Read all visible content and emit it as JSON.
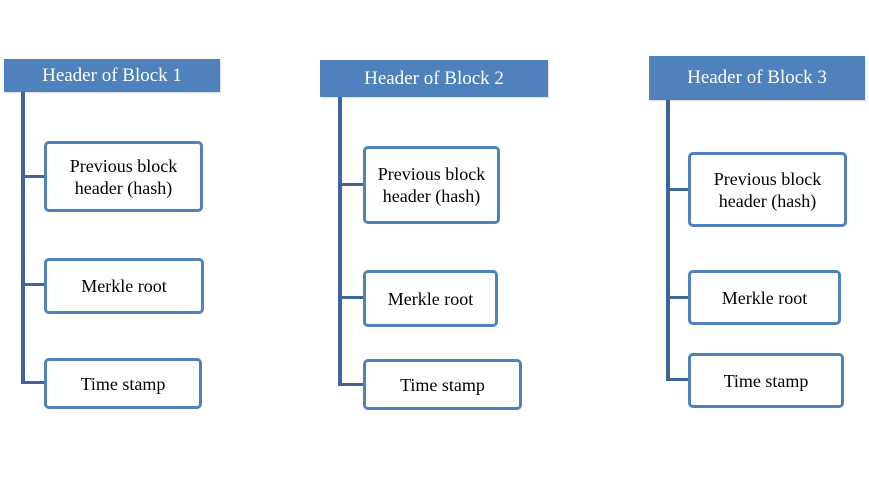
{
  "blocks": [
    {
      "header": "Header of Block 1",
      "fields": [
        "Previous block header  (hash)",
        "Merkle root",
        "Time stamp"
      ]
    },
    {
      "header": "Header of Block 2",
      "fields": [
        "Previous block header (hash)",
        "Merkle root",
        "Time stamp"
      ]
    },
    {
      "header": "Header of Block 3",
      "fields": [
        "Previous block header  (hash)",
        "Merkle root",
        "Time stamp"
      ]
    }
  ],
  "colors": {
    "header_fill": "#4f81bd",
    "connector": "#3f6596",
    "field_border": "#4f81bd"
  }
}
